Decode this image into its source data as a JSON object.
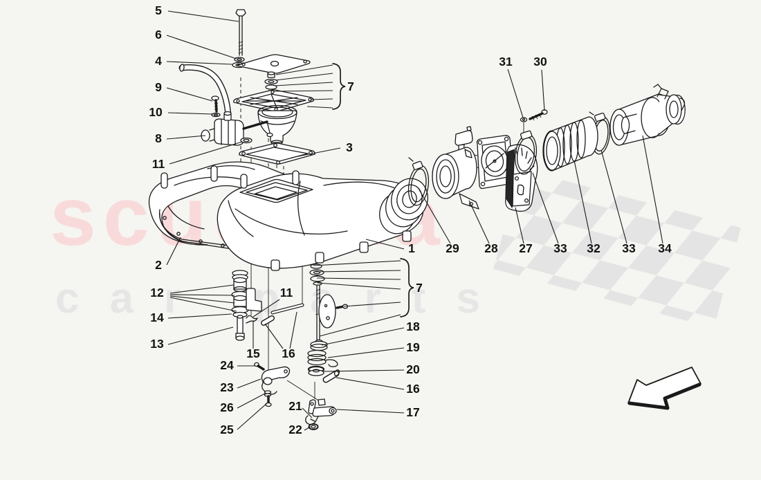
{
  "page": {
    "background": "#f5f5f1",
    "line_color": "#1a1a1a"
  },
  "watermark": {
    "primary": "scuderia",
    "secondary": "car parts",
    "primary_color": "#f9dada",
    "secondary_color": "#e6e6e6",
    "flag_color": "#e4e4e4"
  },
  "icons": {
    "direction_arrow": "left-pointing block arrow"
  },
  "callouts": [
    {
      "label": "5"
    },
    {
      "label": "6"
    },
    {
      "label": "4"
    },
    {
      "label": "9"
    },
    {
      "label": "10"
    },
    {
      "label": "8"
    },
    {
      "label": "11"
    },
    {
      "label": "7"
    },
    {
      "label": "3"
    },
    {
      "label": "31"
    },
    {
      "label": "30"
    },
    {
      "label": "2"
    },
    {
      "label": "12"
    },
    {
      "label": "14"
    },
    {
      "label": "13"
    },
    {
      "label": "11"
    },
    {
      "label": "15"
    },
    {
      "label": "16"
    },
    {
      "label": "24"
    },
    {
      "label": "23"
    },
    {
      "label": "26"
    },
    {
      "label": "25"
    },
    {
      "label": "21"
    },
    {
      "label": "22"
    },
    {
      "label": "1"
    },
    {
      "label": "29"
    },
    {
      "label": "28"
    },
    {
      "label": "27"
    },
    {
      "label": "33"
    },
    {
      "label": "32"
    },
    {
      "label": "33"
    },
    {
      "label": "34"
    },
    {
      "label": "7"
    },
    {
      "label": "18"
    },
    {
      "label": "19"
    },
    {
      "label": "20"
    },
    {
      "label": "16"
    },
    {
      "label": "17"
    }
  ]
}
